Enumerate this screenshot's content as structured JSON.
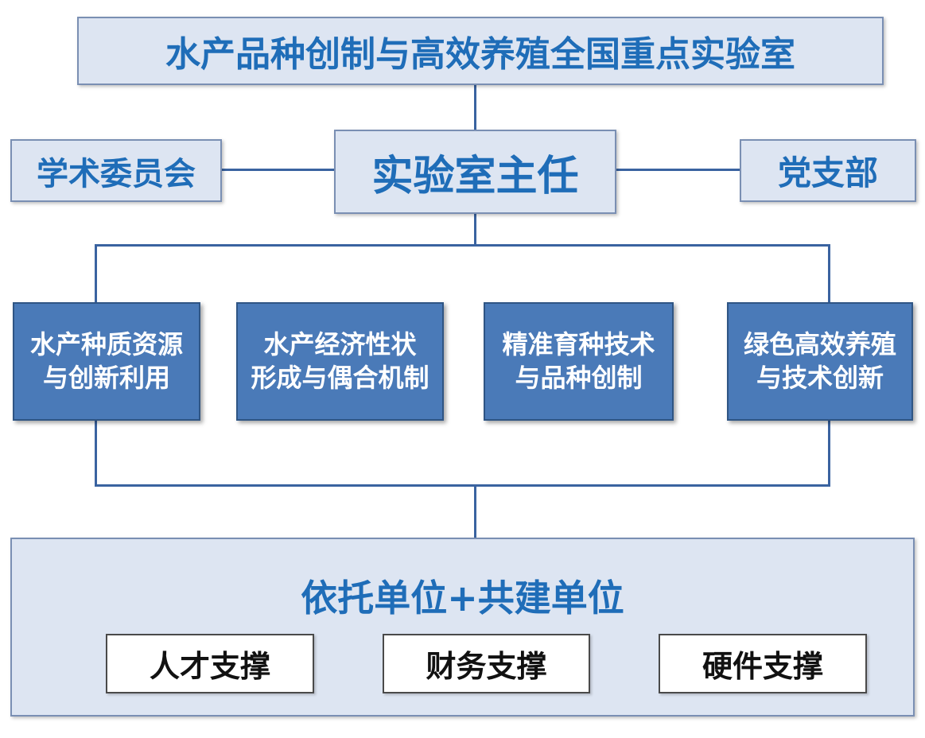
{
  "title": "水产品种创制与高效养殖全国重点实验室",
  "left_unit": "学术委员会",
  "director": "实验室主任",
  "right_unit": "党支部",
  "research_areas": [
    {
      "line1": "水产种质资源",
      "line2": "与创新利用"
    },
    {
      "line1": "水产经济性状",
      "line2": "形成与偶合机制"
    },
    {
      "line1": "精准育种技术",
      "line2": "与品种创制"
    },
    {
      "line1": "绿色高效养殖",
      "line2": "与技术创新"
    }
  ],
  "foundation": {
    "title": "依托单位+共建单位",
    "supports": [
      "人才支撑",
      "财务支撑",
      "硬件支撑"
    ]
  },
  "colors": {
    "accent_text": "#1f6db8",
    "light_box": "#dde5f2",
    "dark_box": "#4a7ab8",
    "connector": "#3a63a0"
  }
}
